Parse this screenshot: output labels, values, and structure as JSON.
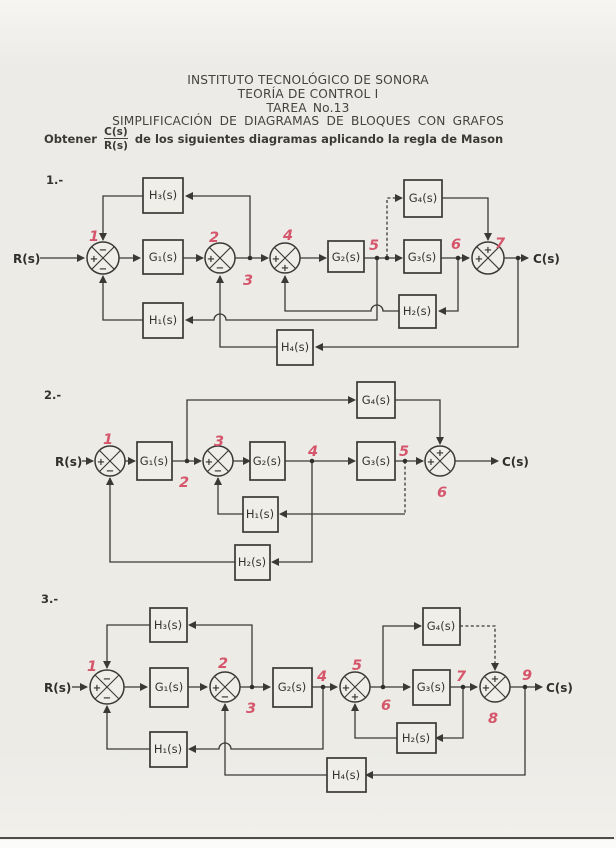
{
  "header": {
    "institute": "INSTITUTO TECNOLÓGICO DE SONORA",
    "course": "TEORÍA DE CONTROL I",
    "assignment": "TAREA No.13",
    "topic": "SIMPLIFICACIÓN DE DIAGRAMAS DE BLOQUES CON GRAFOS",
    "instruction": {
      "prefix": "Obtener",
      "fraction_num": "C(s)",
      "fraction_den": "R(s)",
      "suffix": "de los siguientes diagramas aplicando la regla de Mason"
    }
  },
  "colors": {
    "ink": "#3a3936",
    "annotation_red": "#d5566b",
    "paper": "#edebe7"
  },
  "diagrams": [
    {
      "label": "1.-",
      "input": "R(s)",
      "output": "C(s)",
      "blocks": {
        "g1": "G₁(s)",
        "g2": "G₂(s)",
        "g3": "G₃(s)",
        "g4": "G₄(s)",
        "h1": "H₁(s)",
        "h2": "H₂(s)",
        "h3": "H₃(s)",
        "h4": "H₄(s)"
      },
      "signs": {
        "j1_left": "+",
        "j1_top": "−",
        "j1_bottom": "−",
        "j2_left": "+",
        "j2_bottom": "−",
        "j4_left": "+",
        "j4_bottom": "+",
        "j7_left": "+",
        "j7_top": "+"
      },
      "marks": {
        "n1": "1",
        "n2": "2",
        "n3": "3",
        "n4": "4",
        "n5": "5",
        "n6": "6",
        "n7": "7"
      }
    },
    {
      "label": "2.-",
      "input": "R(s)",
      "output": "C(s)",
      "blocks": {
        "g1": "G₁(s)",
        "g2": "G₂(s)",
        "g3": "G₃(s)",
        "g4": "G₄(s)",
        "h1": "H₁(s)",
        "h2": "H₂(s)"
      },
      "signs": {
        "j1_left": "+",
        "j1_bottom": "−",
        "j3_left": "+",
        "j3_bottom": "−",
        "j6_left": "+",
        "j6_top": "+"
      },
      "marks": {
        "n1": "1",
        "n2": "2",
        "n3": "3",
        "n4": "4",
        "n5": "5",
        "n6": "6"
      }
    },
    {
      "label": "3.-",
      "input": "R(s)",
      "output": "C(s)",
      "blocks": {
        "g1": "G₁(s)",
        "g2": "G₂(s)",
        "g3": "G₃(s)",
        "g4": "G₄(s)",
        "h1": "H₁(s)",
        "h2": "H₂(s)",
        "h3": "H₃(s)",
        "h4": "H₄(s)"
      },
      "signs": {
        "j1_left": "+",
        "j1_top": "−",
        "j1_bottom": "−",
        "j2_left": "+",
        "j2_bottom": "−",
        "j5_left": "+",
        "j5_bottom": "+",
        "j8_left": "+",
        "j8_top": "+"
      },
      "marks": {
        "n1": "1",
        "n2": "2",
        "n3": "3",
        "n4": "4",
        "n5": "5",
        "n6": "6",
        "n7": "7",
        "n8": "8",
        "n9": "9"
      }
    }
  ]
}
